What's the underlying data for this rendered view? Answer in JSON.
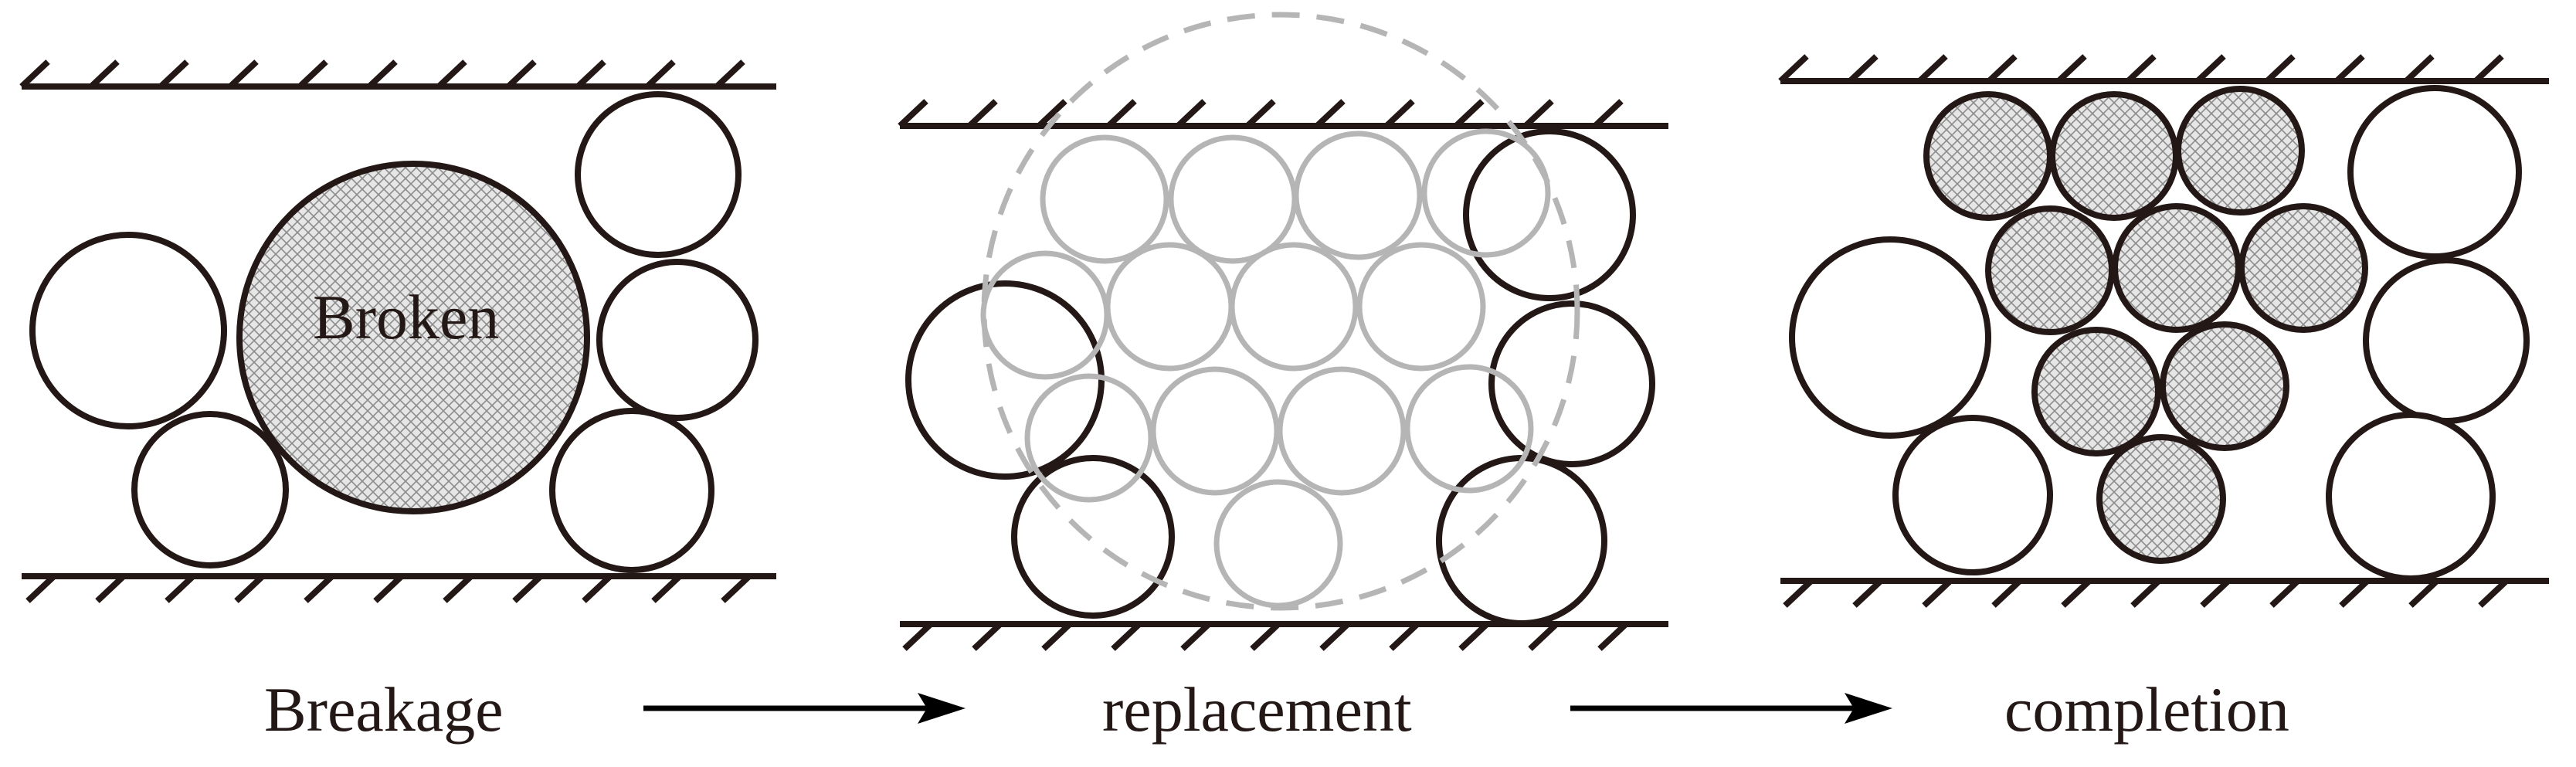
{
  "colors": {
    "wall": "#231815",
    "particle_stroke": "#231815",
    "ghost_particle": "#b5b5b5",
    "dashed_circle": "#b5b5b5",
    "hatch_fill": "#d9d9d9",
    "arrow": "#000000"
  },
  "labels": {
    "broken": "Broken",
    "stage1": "Breakage",
    "stage2": "replacement",
    "stage3": "completion"
  }
}
